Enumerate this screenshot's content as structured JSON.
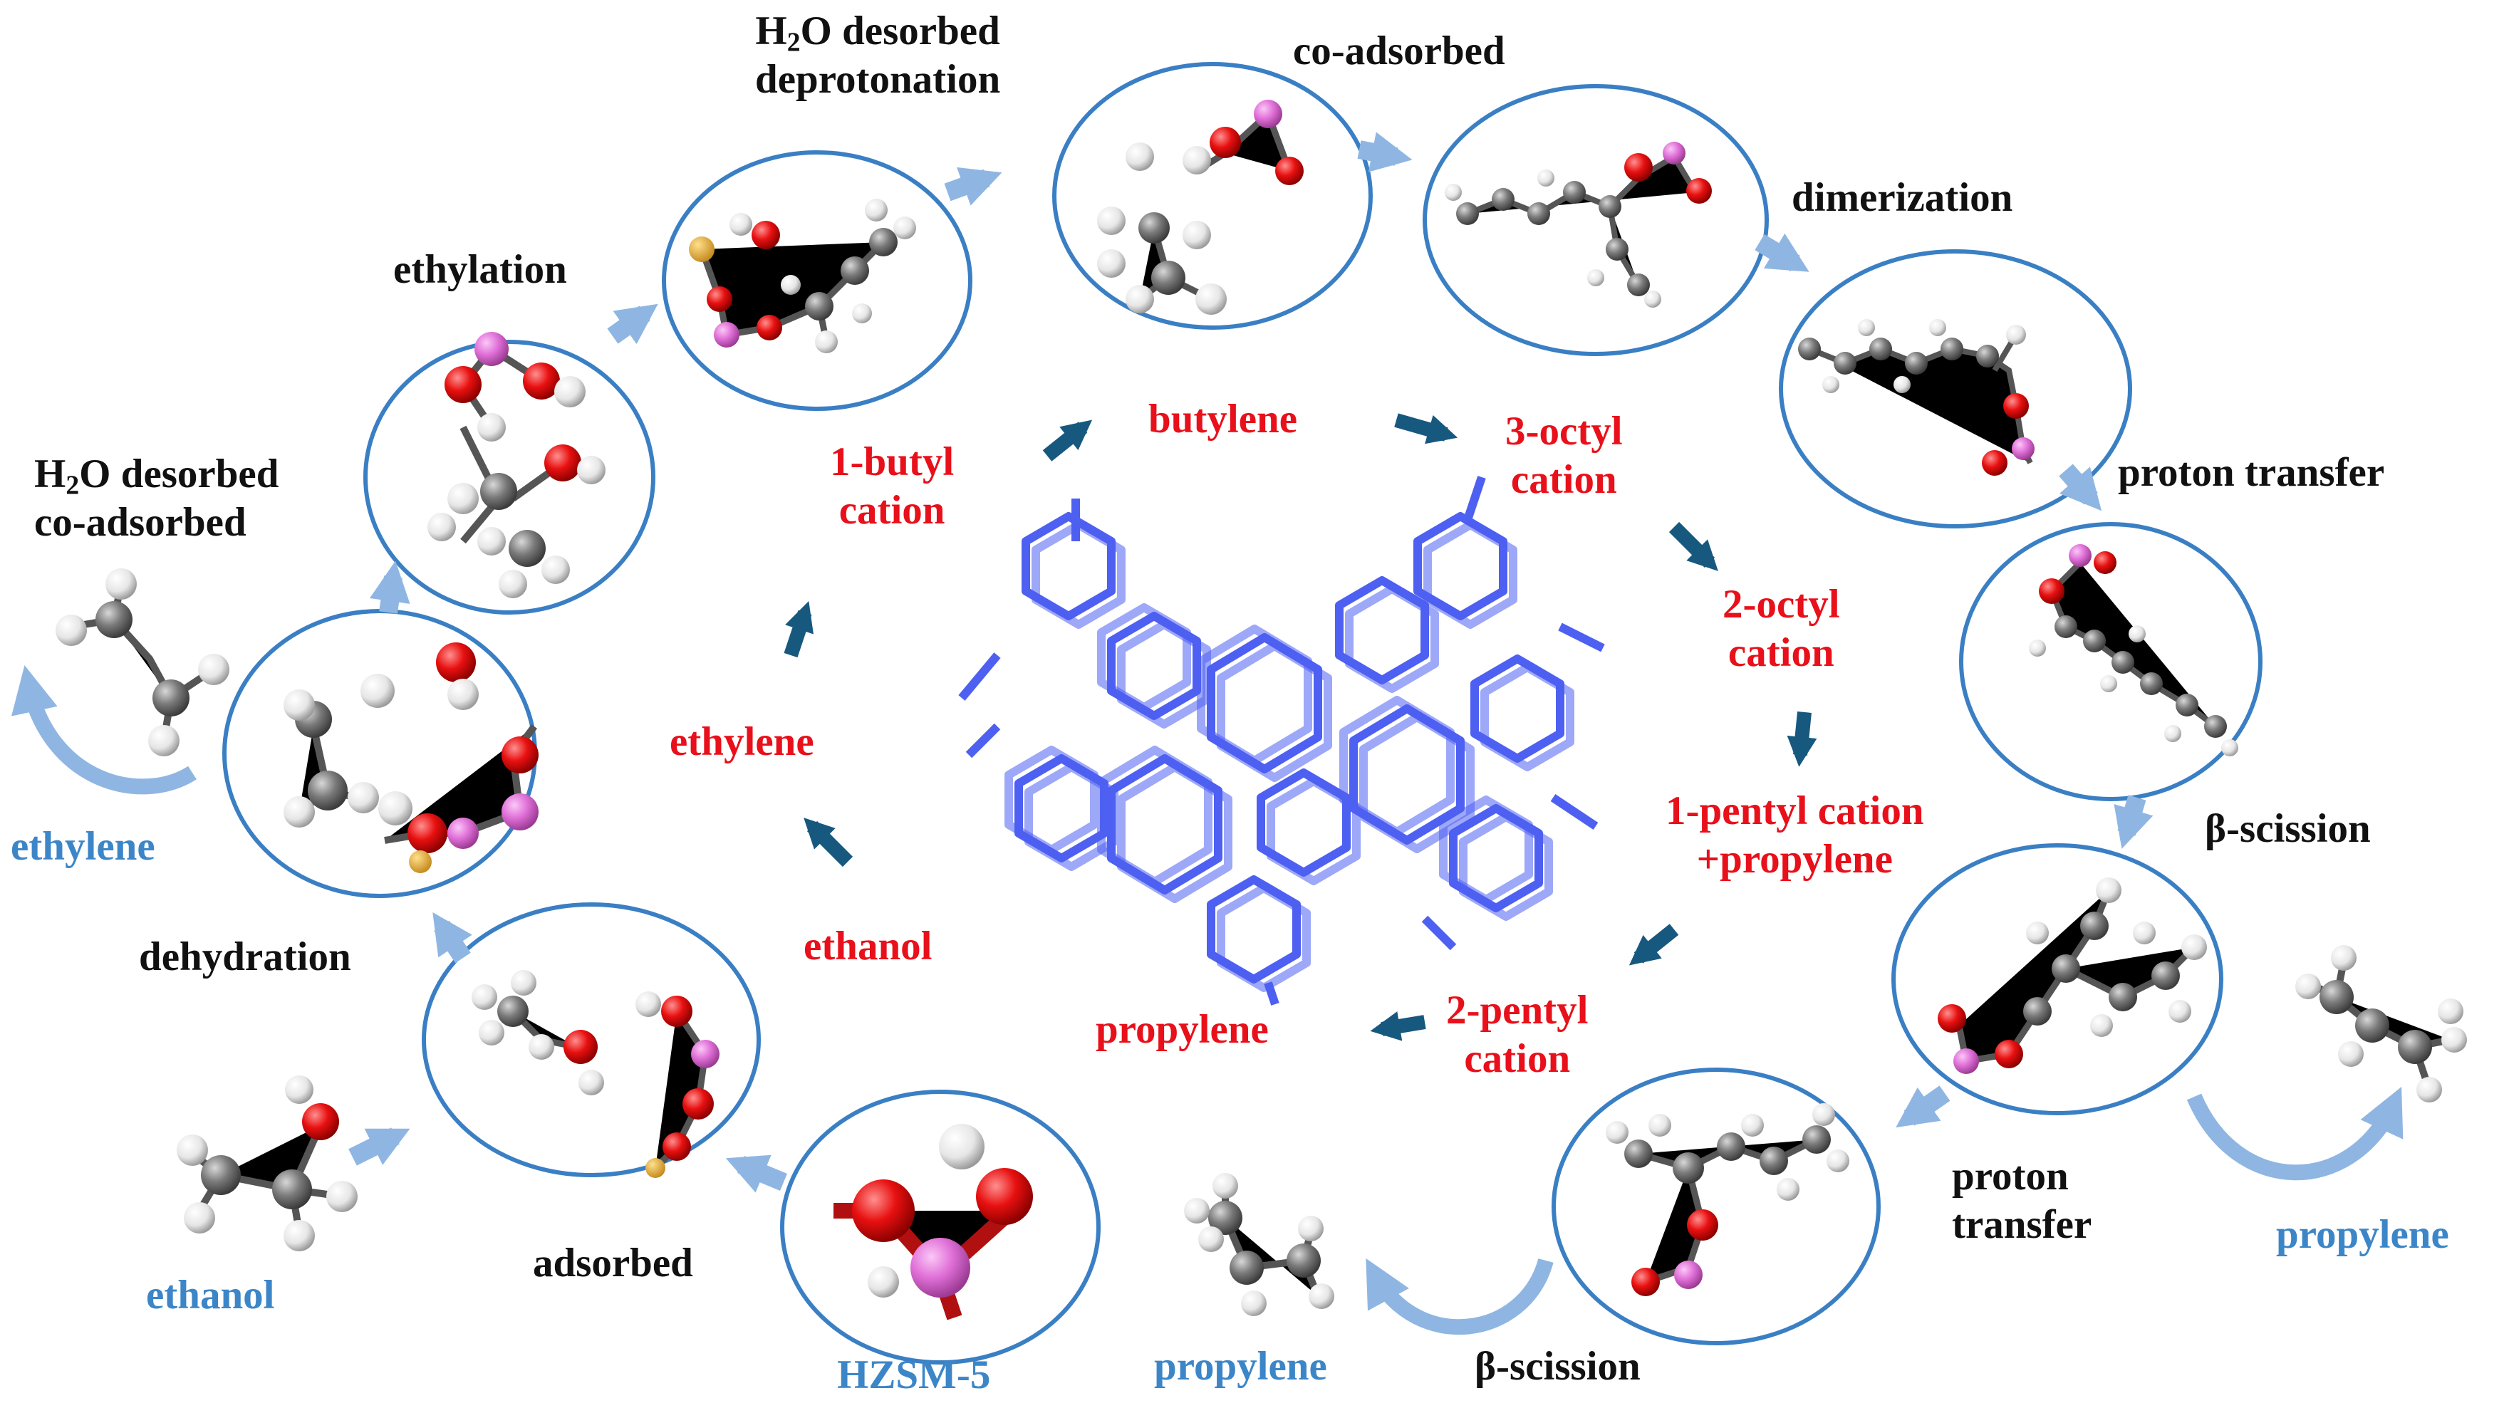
{
  "colors": {
    "step_text": "#111111",
    "inner_cycle_text": "#e8101a",
    "species_text": "#3c86c8",
    "ellipse_stroke": "#3a7fc4",
    "outer_arrow": "#8fb6e2",
    "inner_arrow": "#17587f",
    "zeolite": "#3a4ff0",
    "atom_carbon": "#6b6b6b",
    "atom_hydrogen": "#f2f2f2",
    "atom_oxygen": "#e01010",
    "atom_silicon": "#e070d8",
    "atom_aluminum": "#d9a030"
  },
  "outer_cycle": {
    "ethylation": "ethylation",
    "h2o_desorbed_deprotonation": {
      "line1_pre": "H",
      "line1_sub": "2",
      "line1_post": "O desorbed",
      "line2": "deprotonation"
    },
    "co_adsorbed": "co-adsorbed",
    "dimerization": "dimerization",
    "proton_transfer": "proton transfer",
    "beta_scission_right": "β-scission",
    "proton_transfer_2": {
      "line1": "proton",
      "line2": "transfer"
    },
    "beta_scission_bottom": "β-scission",
    "adsorbed": "adsorbed",
    "dehydration": "dehydration",
    "h2o_desorbed_co_adsorbed": {
      "line1_pre": "H",
      "line1_sub": "2",
      "line1_post": "O desorbed",
      "line2": "co-adsorbed"
    }
  },
  "species": {
    "ethylene": "ethylene",
    "ethanol": "ethanol",
    "hzsm5": "HZSM-5",
    "propylene_bottom": "propylene",
    "propylene_right": "propylene"
  },
  "inner_cycle": {
    "butyl_cation": {
      "line1": "1-butyl",
      "line2": "cation"
    },
    "butylene": "butylene",
    "octyl3_cation": {
      "line1": "3-octyl",
      "line2": "cation"
    },
    "octyl2_cation": {
      "line1": "2-octyl",
      "line2": "cation"
    },
    "pentyl1_cation": {
      "line1": "1-pentyl cation",
      "line2": "+propylene"
    },
    "pentyl2_cation": {
      "line1": "2-pentyl",
      "line2": "cation"
    },
    "propylene": "propylene",
    "ethanol": "ethanol",
    "ethylene": "ethylene"
  }
}
